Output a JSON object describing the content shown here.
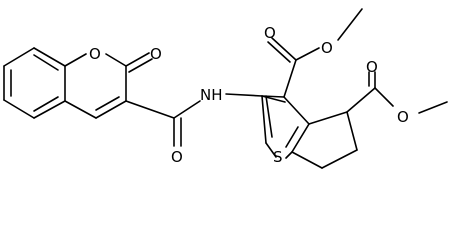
{
  "molecule": {
    "atom_labels": {
      "ring_oxygen": "O",
      "coumarin_carbonyl_oxygen": "O",
      "amide_nitrogen": "NH",
      "amide_carbonyl_oxygen": "O",
      "thiophene_sulfur": "S",
      "ester_top_carbonyl_oxygen": "O",
      "ester_top_ether_oxygen": "O",
      "ester_right_carbonyl_oxygen": "O",
      "ester_right_ether_oxygen": "O"
    },
    "colors": {
      "bond": "#000000",
      "text": "#000000",
      "background": "#ffffff"
    }
  }
}
